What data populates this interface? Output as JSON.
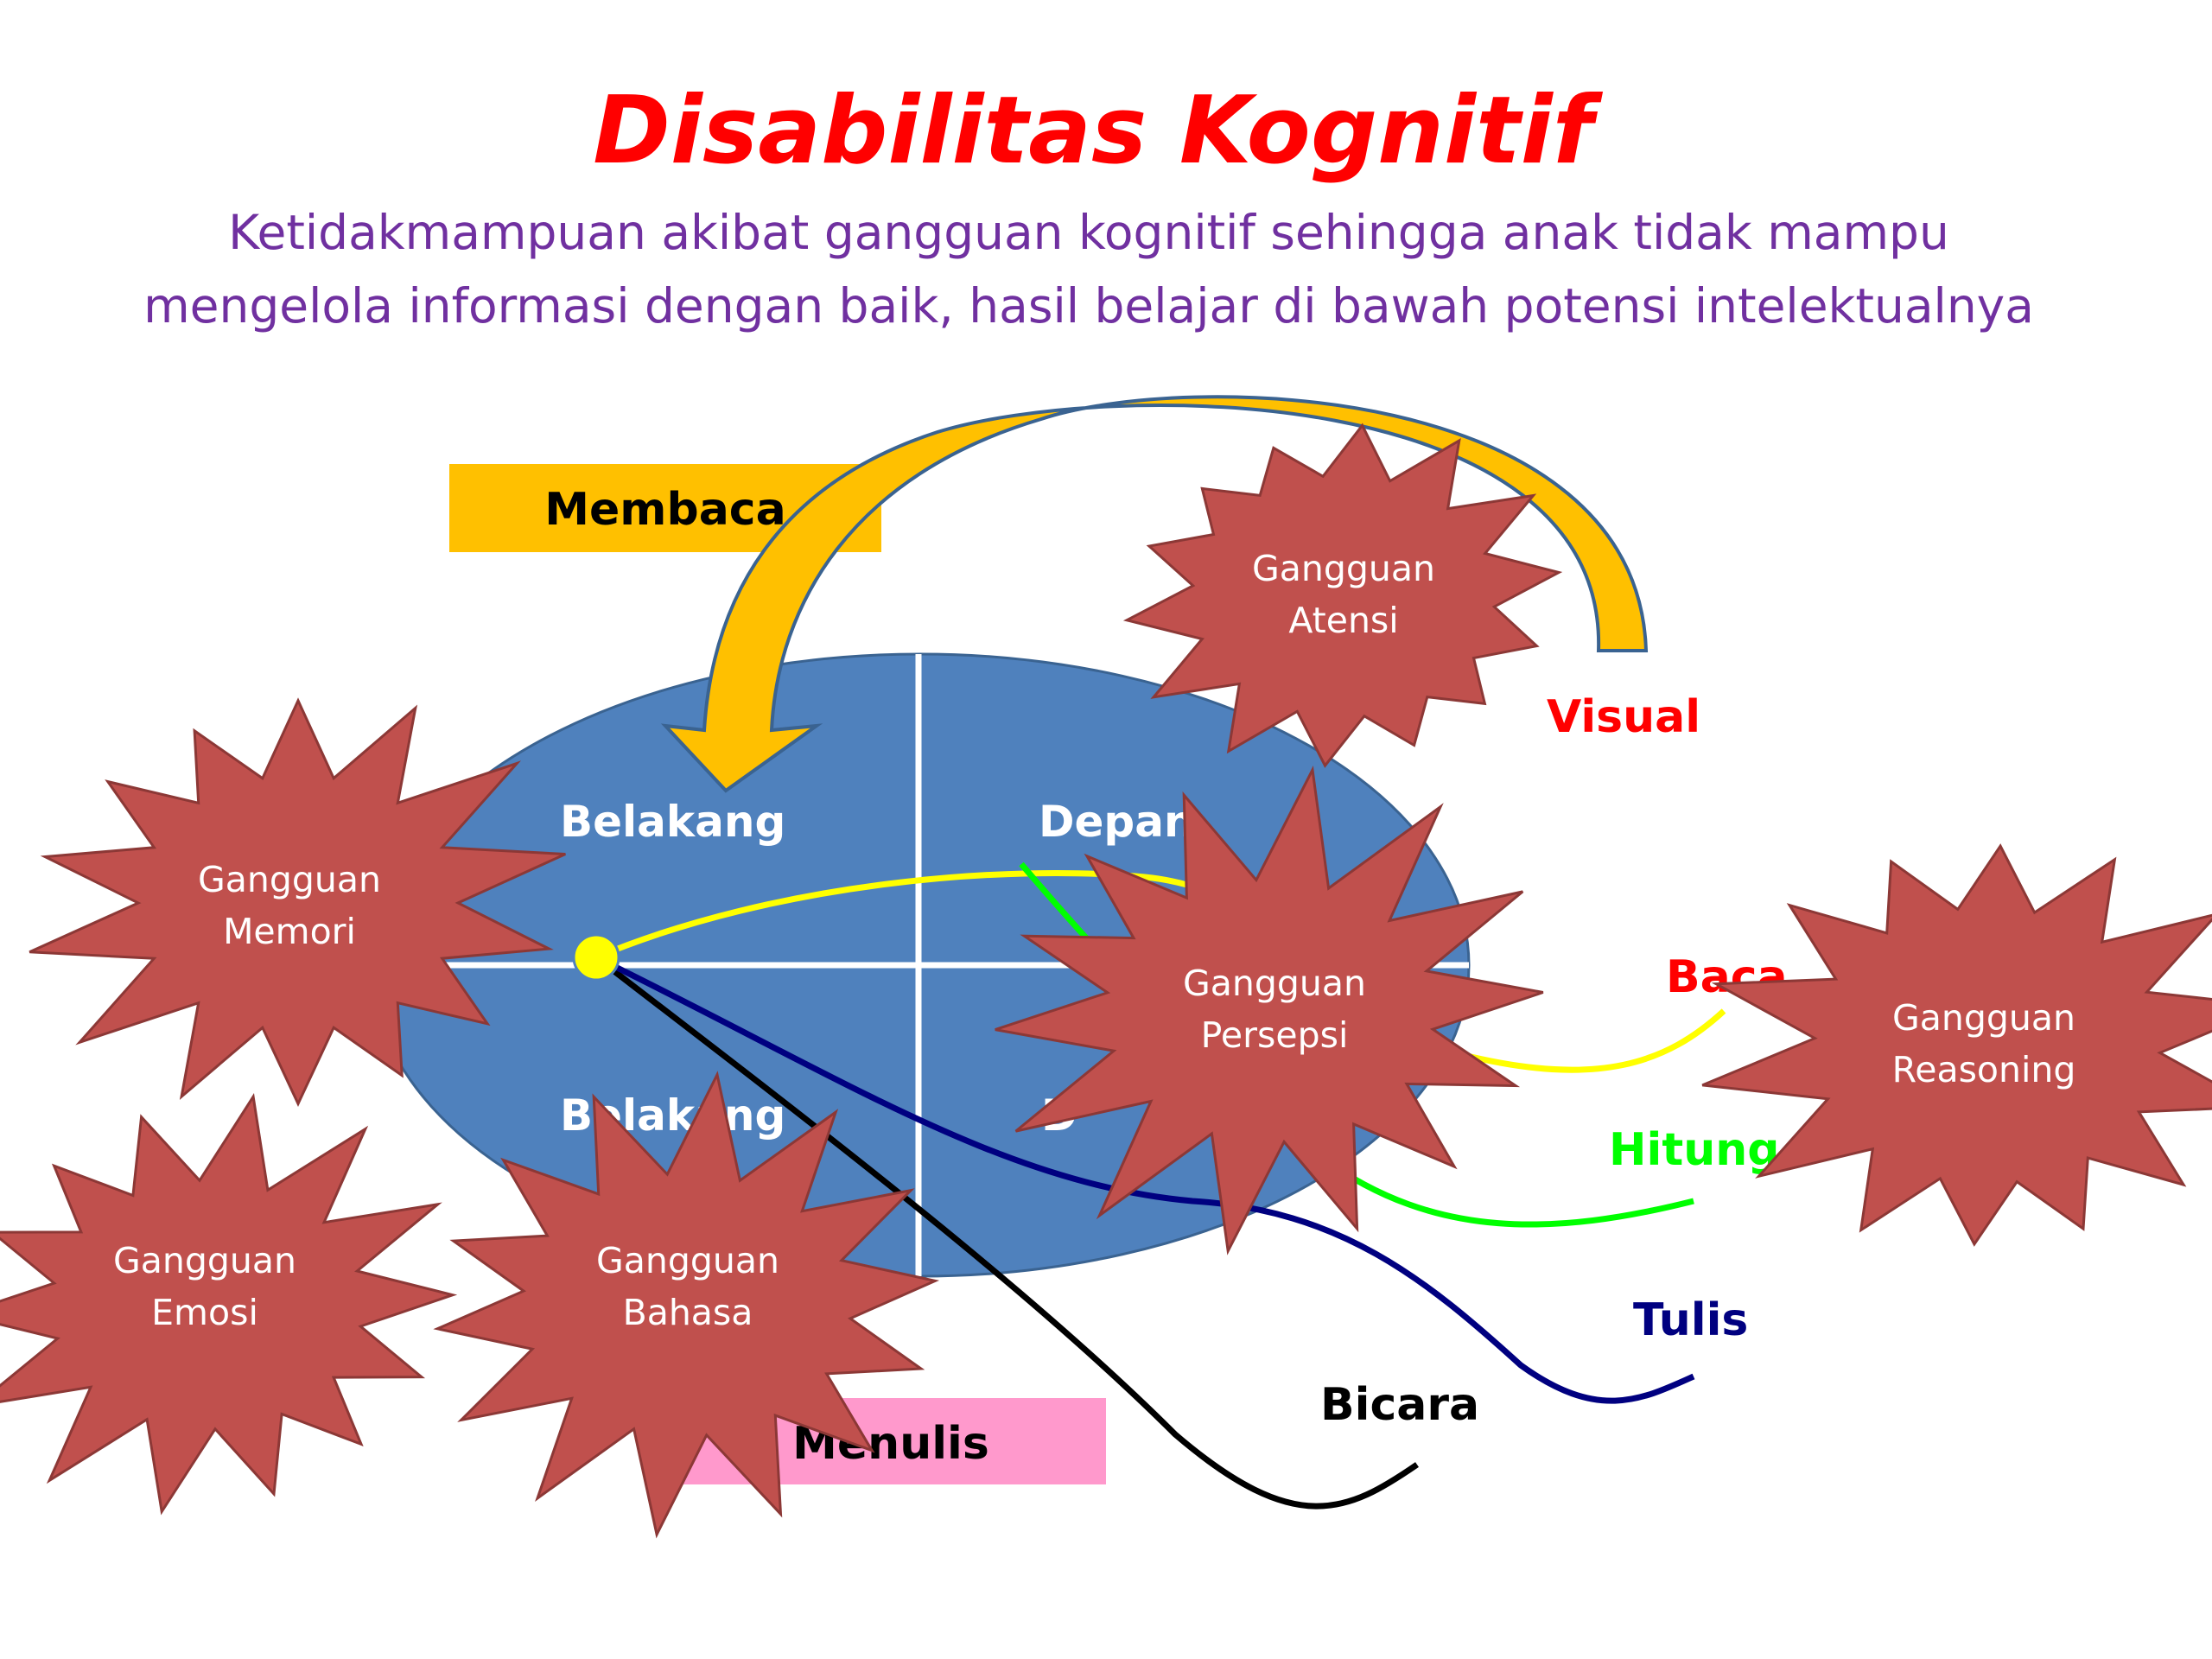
{
  "slide": {
    "title": "Disabilitas Kognitif",
    "subtitle_line1": "Ketidakmampuan akibat  gangguan kognitif sehingga  anak tidak mampu",
    "subtitle_line2": "mengelola informasi dengan baik,  hasil belajar di bawah potensi intelektualnya"
  },
  "boxes": {
    "membaca": "Membaca",
    "menulis": "Menulis"
  },
  "quadrants": {
    "top_left": "Belakang",
    "top_right": "Depan",
    "bottom_left": "Belakang",
    "bottom_right": "D"
  },
  "outputs": {
    "visual": "Visual",
    "baca": "Baca",
    "hitung": "Hitung",
    "tulis": "Tulis",
    "bicara": "Bicara"
  },
  "disorders": {
    "atensi": [
      "Gangguan",
      "Atensi"
    ],
    "memori": [
      "Gangguan",
      "Memori"
    ],
    "persepsi": [
      "Gangguan",
      "Persepsi"
    ],
    "reasoning": [
      "Gangguan",
      "Reasoning"
    ],
    "emosi": [
      "Gangguan",
      "Emosi"
    ],
    "bahasa": [
      "Gangguan",
      "Bahasa"
    ]
  },
  "colors": {
    "title": "#FF0000",
    "subtitle": "#7030A0",
    "brain": "#4F81BD",
    "star_fill": "#C0504D",
    "star_text": "#FFFFFF",
    "membaca_box": "#FFC000",
    "menulis_box": "#FF99CC",
    "arrow": "#FFC000",
    "line_yellow": "#FFFF00",
    "line_green": "#00FF00",
    "line_navy": "#000080",
    "line_black": "#000000",
    "label_red": "#FF0000",
    "label_green": "#00FF00",
    "label_navy": "#000080"
  }
}
